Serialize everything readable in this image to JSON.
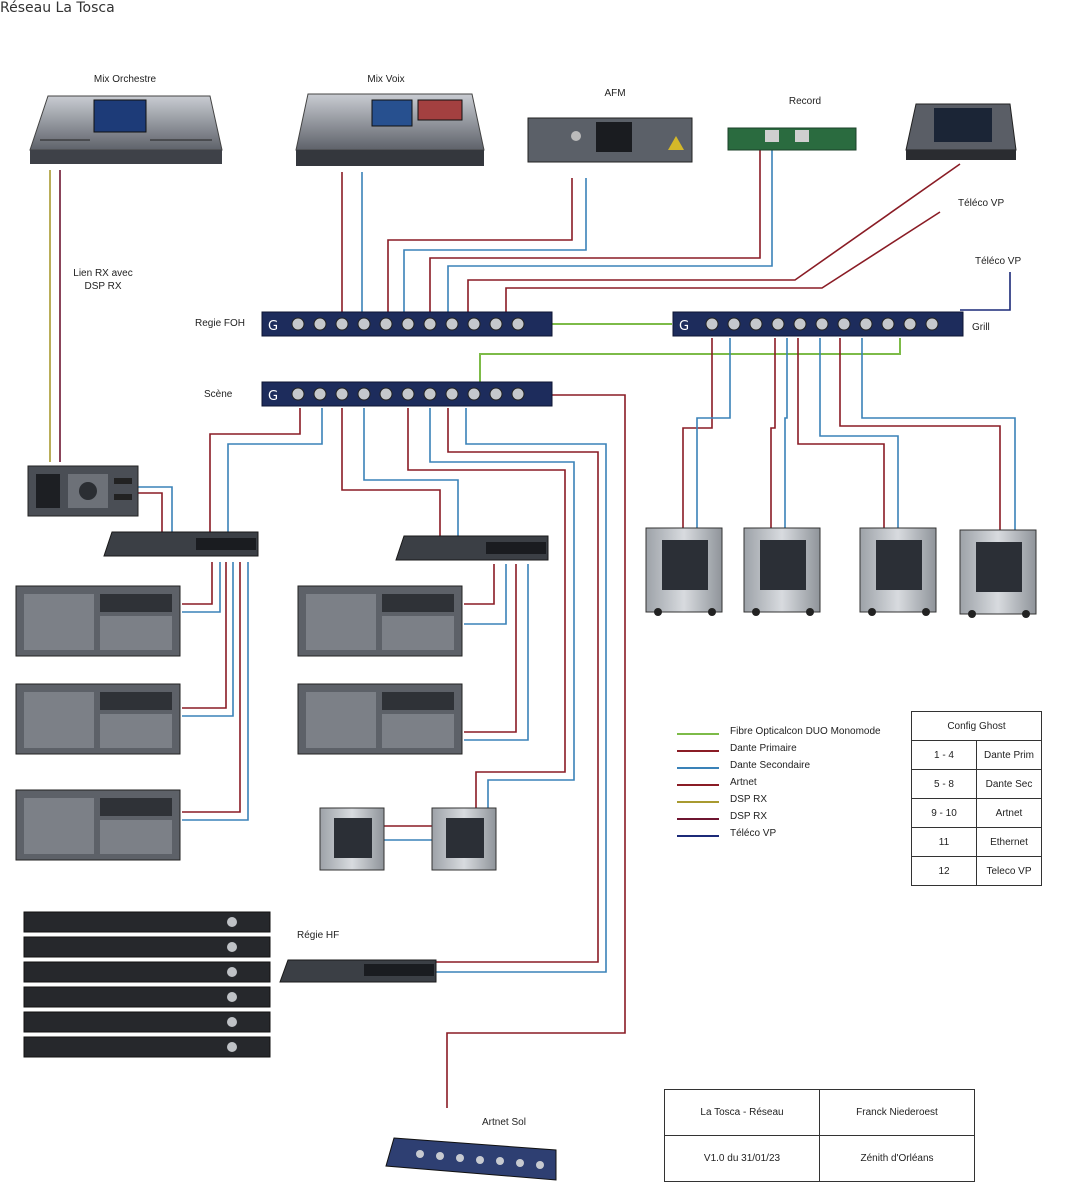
{
  "title": "Réseau La Tosca",
  "labels": {
    "mix_orchestre": "Mix Orchestre",
    "mix_voix": "Mix Voix",
    "afm": "AFM",
    "record": "Record",
    "teleco_vp_1": "Téléco VP",
    "teleco_vp_2": "Téléco VP",
    "lien_rx_1": "Lien RX avec",
    "lien_rx_2": "DSP RX",
    "regie_foh": "Regie FOH",
    "grill": "Grill",
    "scene": "Scène",
    "regie_hf": "Régie HF",
    "artnet_sol": "Artnet Sol"
  },
  "legend": [
    {
      "label": "Fibre Opticalcon DUO Monomode",
      "color": "#7dbb48"
    },
    {
      "label": "Dante Primaire",
      "color": "#8a1c25"
    },
    {
      "label": "Dante Secondaire",
      "color": "#3a82b8"
    },
    {
      "label": "Artnet",
      "color": "#8a1c25"
    },
    {
      "label": "DSP RX",
      "color": "#a89a30"
    },
    {
      "label": "DSP RX",
      "color": "#6e1530"
    },
    {
      "label": "Téléco VP",
      "color": "#1c2a78"
    }
  ],
  "config_ghost": {
    "title": "Config Ghost",
    "rows": [
      {
        "ports": "1 - 4",
        "use": "Dante Prim"
      },
      {
        "ports": "5 - 8",
        "use": "Dante Sec"
      },
      {
        "ports": "9 - 10",
        "use": "Artnet"
      },
      {
        "ports": "11",
        "use": "Ethernet"
      },
      {
        "ports": "12",
        "use": "Teleco VP"
      }
    ]
  },
  "info": {
    "project": "La Tosca - Réseau",
    "author": "Franck Niederoest",
    "version": "V1.0 du 31/01/23",
    "venue": "Zénith d'Orléans"
  },
  "colors": {
    "fibre": "#7dbb48",
    "dante_primaire": "#8a1c25",
    "dante_secondaire": "#3a82b8",
    "artnet": "#8a1c25",
    "dsp_rx_gold": "#a89a30",
    "dsp_rx_wine": "#6e1530",
    "teleco": "#1c2a78"
  }
}
